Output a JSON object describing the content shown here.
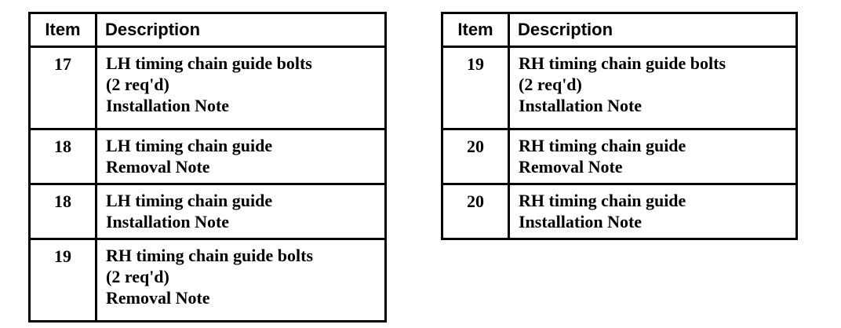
{
  "document": {
    "background": "#ffffff",
    "ink": "#000000"
  },
  "tables": [
    {
      "name": "left-parts-table",
      "headers": [
        "Item",
        "Description"
      ],
      "rows": [
        {
          "item": "17",
          "description_lines": [
            "LH timing chain guide bolts",
            "(2 req'd)",
            "Installation Note"
          ]
        },
        {
          "item": "18",
          "description_lines": [
            "LH timing chain guide",
            "Removal Note"
          ]
        },
        {
          "item": "18",
          "description_lines": [
            "LH timing chain guide",
            "Installation Note"
          ]
        },
        {
          "item": "19",
          "description_lines": [
            "RH timing chain guide bolts",
            "(2 req'd)",
            "Removal Note"
          ]
        }
      ]
    },
    {
      "name": "right-parts-table",
      "headers": [
        "Item",
        "Description"
      ],
      "rows": [
        {
          "item": "19",
          "description_lines": [
            "RH timing chain guide bolts",
            "(2 req'd)",
            "Installation Note"
          ]
        },
        {
          "item": "20",
          "description_lines": [
            "RH timing chain guide",
            "Removal Note"
          ]
        },
        {
          "item": "20",
          "description_lines": [
            "RH timing chain guide",
            "Installation Note"
          ]
        }
      ]
    }
  ]
}
